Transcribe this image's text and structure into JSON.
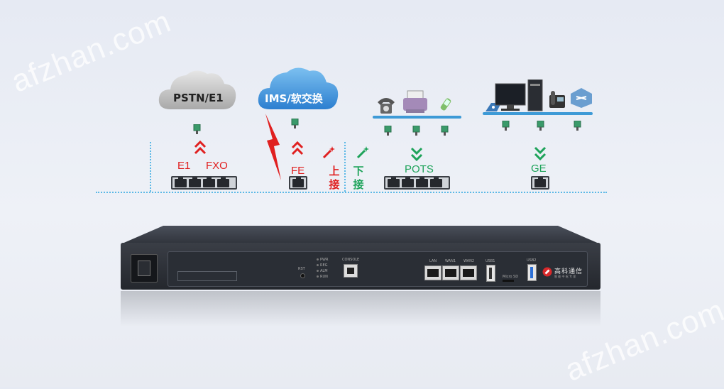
{
  "watermark": {
    "text": "afzhan.com"
  },
  "clouds": {
    "pstn": {
      "label": "PSTN/E1",
      "fill": "#c8c8c8"
    },
    "ims": {
      "label": "IMS/软交换",
      "fill": "#3a8fd8"
    }
  },
  "labels": {
    "e1": "E1",
    "fxo": "FXO",
    "fe": "FE",
    "uplink": [
      "上",
      "接"
    ],
    "downlink": [
      "下",
      "接"
    ],
    "pots": "POTS",
    "ge": "GE"
  },
  "device": {
    "console_label": "CONSOLE",
    "rst_label": "RST",
    "leds": [
      "PWR",
      "REG",
      "ALM",
      "RUN"
    ],
    "port_labels": [
      "LAN",
      "WAN1",
      "WAN2"
    ],
    "usb1_label": "USB1",
    "usb2_label": "USB2",
    "microsd_label": "Micro SD",
    "brand": "高科通信",
    "brand_sub": "智 能 中 枢 专 家"
  },
  "colors": {
    "accent_line": "#5bb8e6",
    "arrow_red": "#e02020",
    "arrow_green": "#1ea35a",
    "device_body": "#2d3038"
  }
}
